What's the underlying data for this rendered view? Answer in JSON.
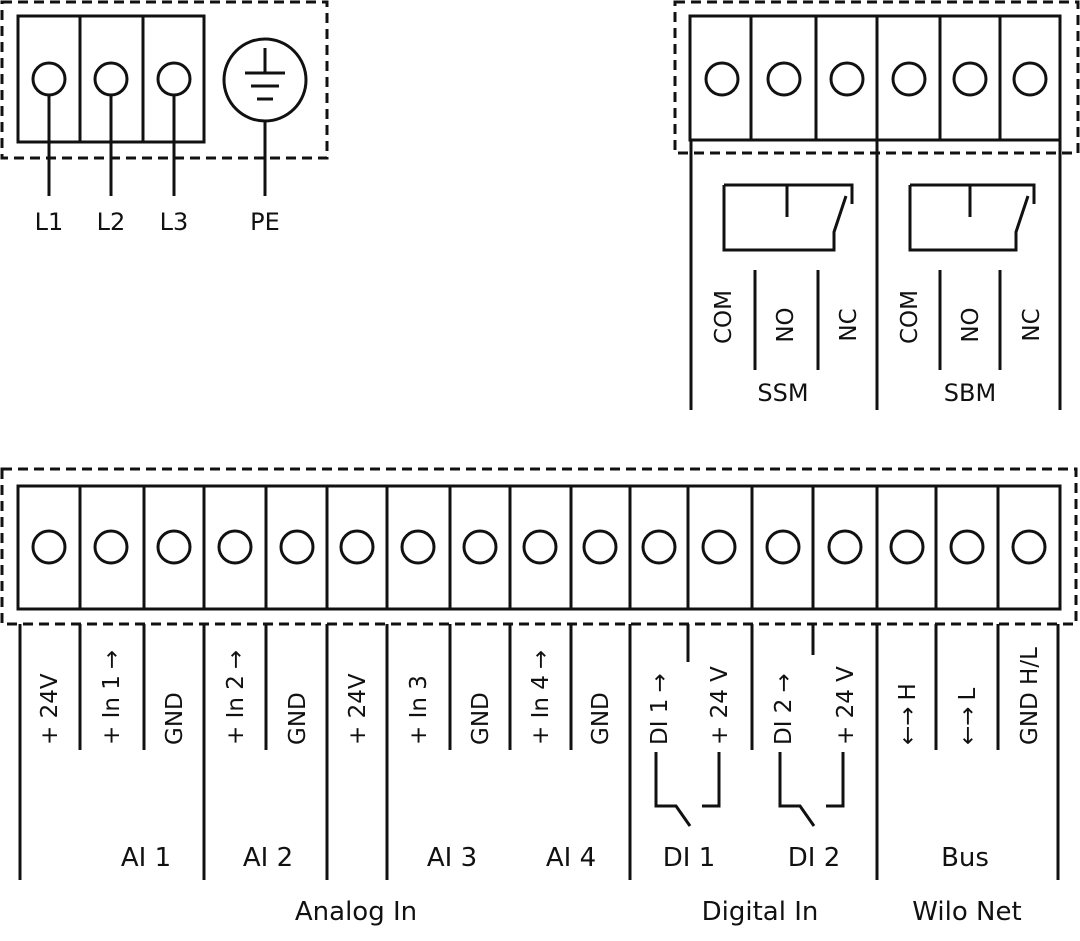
{
  "stroke_color": "#111111",
  "background": "#ffffff",
  "power_block": {
    "labels": [
      "L1",
      "L2",
      "L3",
      "PE"
    ],
    "earth_symbol": "protective-earth-icon"
  },
  "relay_block": {
    "terminals": [
      "COM",
      "NO",
      "NC",
      "COM",
      "NO",
      "NC"
    ],
    "groups": [
      "SSM",
      "SBM"
    ],
    "relay_symbol": "changeover-contact-icon"
  },
  "main_block": {
    "terminals": [
      "+ 24V",
      "+ In 1",
      "GND",
      "+ In 2",
      "GND",
      "+ 24V",
      "+ In 3",
      "GND",
      "+ In 4",
      "GND",
      "DI 1",
      "+ 24 V",
      "DI 2",
      "+ 24 V",
      "H",
      "L",
      "GND H/L"
    ],
    "arrows": [
      "",
      "→",
      "",
      "→",
      "",
      "",
      "",
      "",
      "→",
      "",
      "→",
      "",
      "→",
      "",
      "←→",
      "←→",
      ""
    ],
    "subgroups": [
      "AI 1",
      "AI 2",
      "AI 3",
      "AI 4",
      "DI 1",
      "DI 2",
      "Bus"
    ],
    "groups": [
      "Analog In",
      "Digital In",
      "Wilo Net"
    ],
    "switch_symbol": "switch-contact-icon"
  }
}
